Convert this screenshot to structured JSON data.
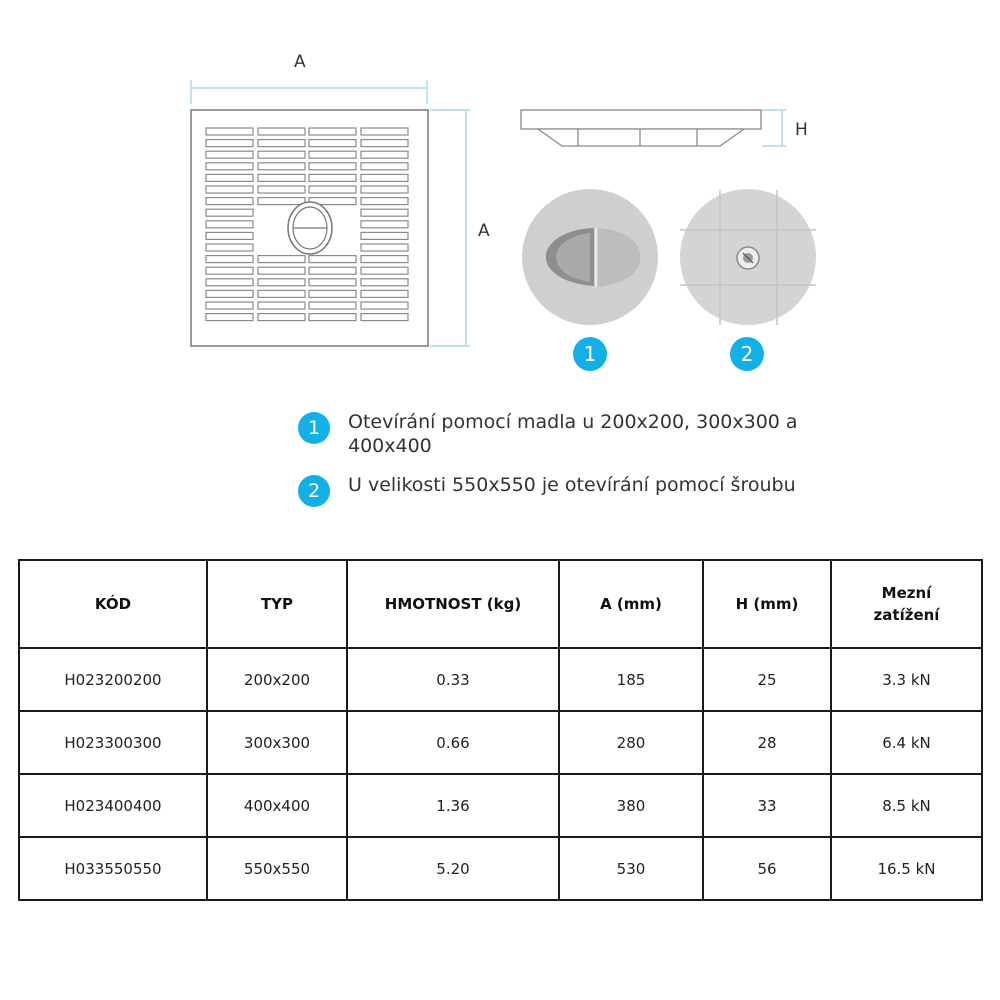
{
  "drawing": {
    "dim_top": "A",
    "dim_side": "A",
    "dim_height": "H",
    "markers": [
      "1",
      "2"
    ]
  },
  "notes": [
    {
      "number": "1",
      "text": "Otevírání pomocí madla u 200x200, 300x300 a 400x400"
    },
    {
      "number": "2",
      "text": "U velikosti 550x550 je otevírání pomocí šroubu"
    }
  ],
  "table": {
    "headers": [
      "KÓD",
      "TYP",
      "HMOTNOST (kg)",
      "A (mm)",
      "H (mm)",
      "Mezní zatížení"
    ],
    "rows": [
      [
        "H023200200",
        "200x200",
        "0.33",
        "185",
        "25",
        "3.3 kN"
      ],
      [
        "H023300300",
        "300x300",
        "0.66",
        "280",
        "28",
        "6.4 kN"
      ],
      [
        "H023400400",
        "400x400",
        "1.36",
        "380",
        "33",
        "8.5 kN"
      ],
      [
        "H033550550",
        "550x550",
        "5.20",
        "530",
        "56",
        "16.5 kN"
      ]
    ]
  },
  "colors": {
    "accent": "#13b0e8",
    "dimension_line": "#a9d8f2",
    "detail_gray": "#c9c9c9"
  }
}
